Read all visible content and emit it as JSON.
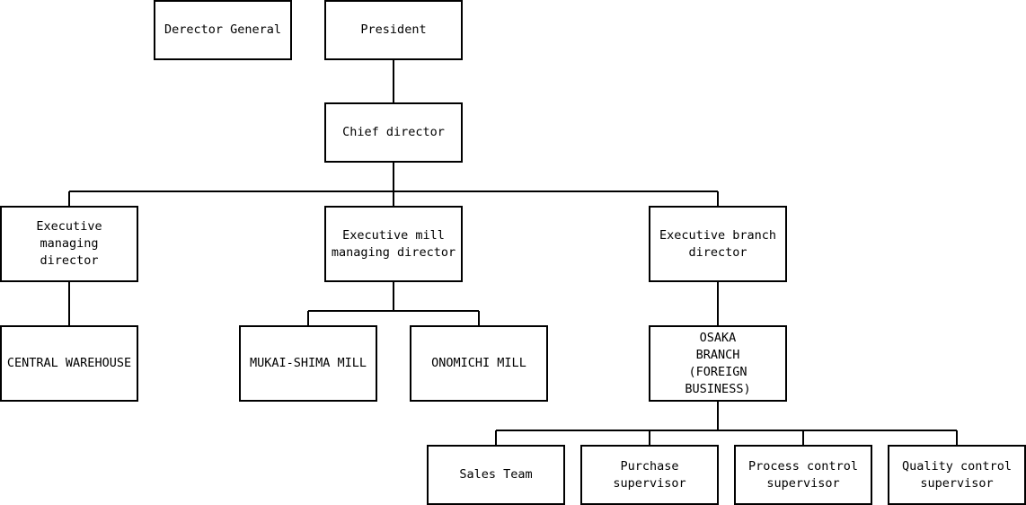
{
  "nodes": {
    "director_general": "Derector General",
    "president": "President",
    "chief_director": "Chief director",
    "exec_managing": "Executive managing\ndirector",
    "exec_mill": "Executive mill\nmanaging director",
    "exec_branch": "Executive branch\ndirector",
    "central_warehouse": "CENTRAL WAREHOUSE",
    "mukai_shima": "MUKAI-SHIMA MILL",
    "onomichi": "ONOMICHI MILL",
    "osaka_branch": "OSAKA\n BRANCH\n (FOREIGN\n BUSINESS)",
    "sales_team": "Sales Team",
    "purchase": "Purchase\nsupervisor",
    "process_control": "Process control\nsupervisor",
    "quality_control": "Quality control\nsupervisor"
  }
}
